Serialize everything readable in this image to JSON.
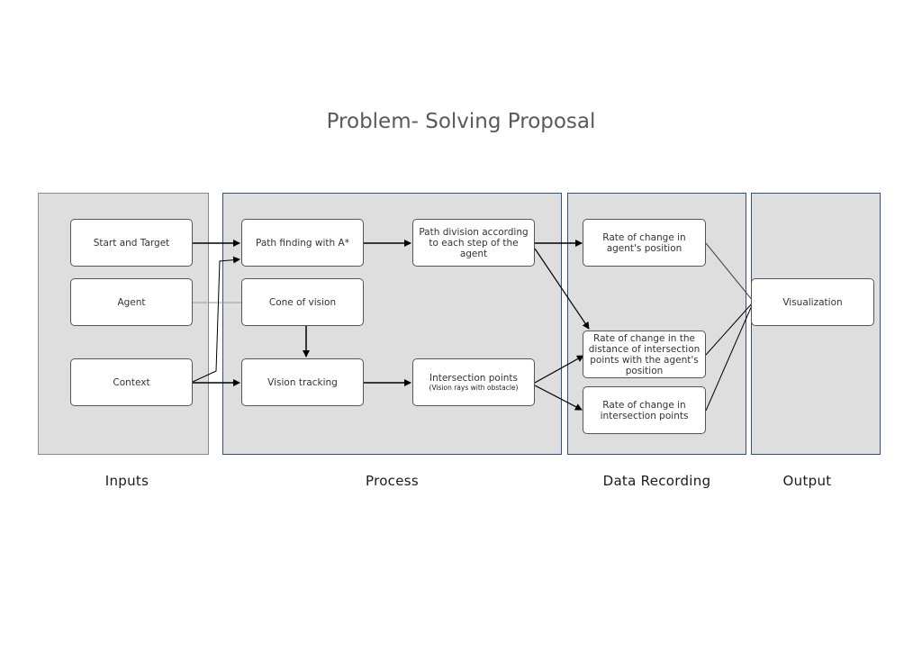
{
  "title": "Problem- Solving Proposal",
  "lanes": {
    "inputs": "Inputs",
    "process": "Process",
    "data_recording": "Data Recording",
    "output": "Output"
  },
  "nodes": {
    "start_target": "Start and Target",
    "agent": "Agent",
    "context": "Context",
    "path_finding": "Path finding with A*",
    "cone_of_vision": "Cone of vision",
    "vision_tracking": "Vision tracking",
    "path_division": "Path division according to each step of the agent",
    "intersection_points": "Intersection points",
    "intersection_points_sub": "(Vision rays with obstacle)",
    "rate_position": "Rate of change in agent's position",
    "rate_distance": "Rate of change in the distance of intersection points with the agent's position",
    "rate_intersection": "Rate of change in intersection points",
    "visualization": "Visualization"
  }
}
